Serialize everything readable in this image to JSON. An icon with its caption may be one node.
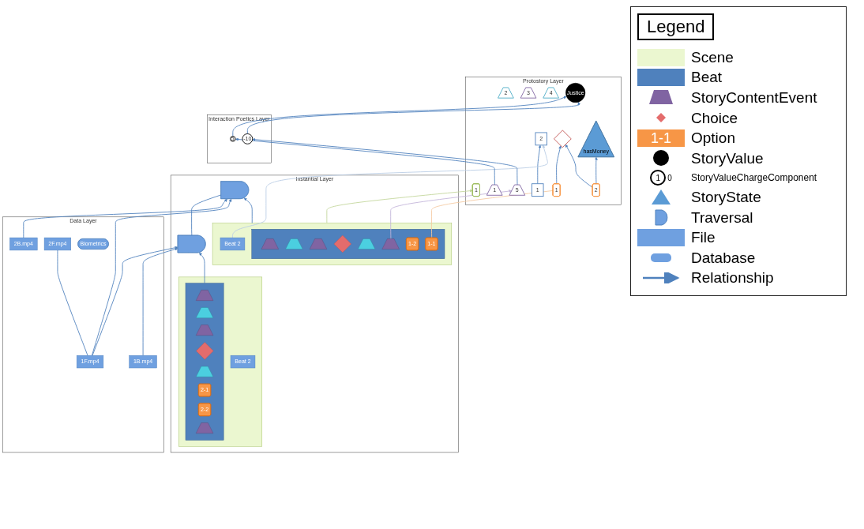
{
  "diagram": {
    "nodes": [
      {
        "text": [
          "Protostory Layer"
        ]
      },
      {
        "text": [
          "1"
        ],
        "in": 0
      },
      {
        "text": [
          "1"
        ],
        "in": 0
      },
      {
        "text": [
          "2"
        ],
        "in": 0
      },
      {
        "text": [],
        "shape": "diamond",
        "in": 0
      },
      {
        "text": [
          "hasMoney"
        ],
        "in": 0
      },
      {
        "text": [
          "1"
        ],
        "in": 0
      },
      {
        "text": [
          "2"
        ],
        "in": 0
      },
      {
        "text": [
          "1"
        ],
        "in": 0
      },
      {
        "text": [
          "2"
        ],
        "in": 0
      },
      {
        "text": [
          "3"
        ],
        "in": 0
      },
      {
        "text": [
          "4"
        ],
        "in": 0
      },
      {
        "text": [
          "5"
        ],
        "in": 0
      },
      {
        "text": [
          "Justice"
        ],
        "in": 0
      },
      {
        "text": [
          "Interaction Poetics Layer"
        ]
      },
      {
        "text": [
          "5"
        ],
        "in": 14
      },
      {
        "text": [
          "-10"
        ],
        "in": 14
      },
      {
        "text": [
          "Instantial Layer"
        ]
      },
      {
        "text": [],
        "shape": "semicircle",
        "in": 17
      },
      {
        "text": [],
        "shape": "semicircle",
        "in": 17
      },
      {
        "text": [],
        "shape": "bar",
        "in": 17
      },
      {
        "text": [],
        "shape": "bar",
        "in": 20
      },
      {
        "text": [],
        "shape": "trapezoid",
        "in": 21
      },
      {
        "text": [],
        "shape": "trapezoid",
        "in": 21
      },
      {
        "text": [],
        "shape": "trapezoid",
        "in": 21
      },
      {
        "text": [],
        "shape": "diamond",
        "in": 21
      },
      {
        "text": [],
        "shape": "trapezoid",
        "in": 21
      },
      {
        "text": [
          "1-1"
        ],
        "in": 21
      },
      {
        "text": [
          "1-2"
        ],
        "in": 21
      },
      {
        "text": [],
        "shape": "trapezoid",
        "in": 21
      },
      {
        "text": [
          "Beat 2"
        ],
        "in": 20
      },
      {
        "text": [],
        "shape": "bar",
        "in": 17
      },
      {
        "text": [],
        "shape": "bar",
        "in": 31
      },
      {
        "text": [],
        "shape": "trapezoid",
        "in": 32
      },
      {
        "text": [],
        "shape": "trapezoid",
        "in": 32
      },
      {
        "text": [],
        "shape": "trapezoid",
        "in": 32
      },
      {
        "text": [],
        "shape": "diamond",
        "in": 32
      },
      {
        "text": [],
        "shape": "trapezoid",
        "in": 32
      },
      {
        "text": [
          "2-1"
        ],
        "in": 32
      },
      {
        "text": [
          "2-2"
        ],
        "in": 32
      },
      {
        "text": [],
        "shape": "trapezoid",
        "in": 32
      },
      {
        "text": [
          "Beat 2"
        ],
        "in": 31
      },
      {
        "text": [
          "Data Layer"
        ]
      },
      {
        "text": [
          "1B.mp4"
        ],
        "in": 42
      },
      {
        "text": [
          "1F.mp4"
        ],
        "in": 42
      },
      {
        "text": [
          "2B.mp4"
        ],
        "in": 42
      },
      {
        "text": [
          "2F.mp4"
        ],
        "in": 42
      },
      {
        "text": [
          "Biometrics"
        ],
        "in": 42
      }
    ],
    "edges": [
      {
        "from": 2,
        "to": 3,
        "arrow": "to"
      },
      {
        "from": 27,
        "to": 6,
        "arrow": "none",
        "color": "#f5c9a0"
      },
      {
        "from": 29,
        "to": 12,
        "arrow": "to",
        "color": "#c3b4d9"
      },
      {
        "from": 30,
        "to": 3,
        "arrow": "to",
        "color": "#b9cde5"
      },
      {
        "from": 20,
        "to": 1,
        "arrow": "to",
        "color": "#c3d69b"
      },
      {
        "from": 6,
        "to": 4,
        "arrow": "to"
      },
      {
        "from": 7,
        "to": 4,
        "arrow": "to"
      },
      {
        "from": 7,
        "to": 5,
        "arrow": "to"
      },
      {
        "from": 8,
        "to": 15,
        "arrow": "to"
      },
      {
        "from": 12,
        "to": 16,
        "arrow": "to"
      },
      {
        "from": 15,
        "to": 13,
        "arrow": "to"
      },
      {
        "from": 16,
        "to": 13,
        "arrow": "to"
      },
      {
        "from": 20,
        "to": 18,
        "arrow": "to"
      },
      {
        "from": 32,
        "to": 19,
        "arrow": "to"
      },
      {
        "from": 19,
        "to": 18,
        "arrow": "none"
      },
      {
        "from": 44,
        "to": 19,
        "arrow": "to"
      },
      {
        "from": 43,
        "to": 19,
        "arrow": "to"
      },
      {
        "from": 45,
        "to": 18,
        "arrow": "to"
      },
      {
        "from": 44,
        "to": 18,
        "arrow": "to"
      },
      {
        "from": 44,
        "to": 46,
        "arrow": "none"
      }
    ],
    "labels": [
      "Legend",
      "1-1",
      "1",
      "0"
    ],
    "legend": [
      {
        "text": "Scene",
        "color": "#ebf7d0"
      },
      {
        "text": "Beat",
        "color": "#4f81bd"
      },
      {
        "text": "StoryContentEvent"
      },
      {
        "text": "Choice"
      },
      {
        "text": "Option",
        "color": "#f79646"
      },
      {
        "text": "StoryValue"
      },
      {
        "text": "StoryValueChargeComponent"
      },
      {
        "text": "StoryState"
      },
      {
        "text": "Traversal"
      },
      {
        "text": "File",
        "color": "#6fa0e0"
      },
      {
        "text": "Database"
      },
      {
        "text": "Relationship"
      }
    ]
  }
}
